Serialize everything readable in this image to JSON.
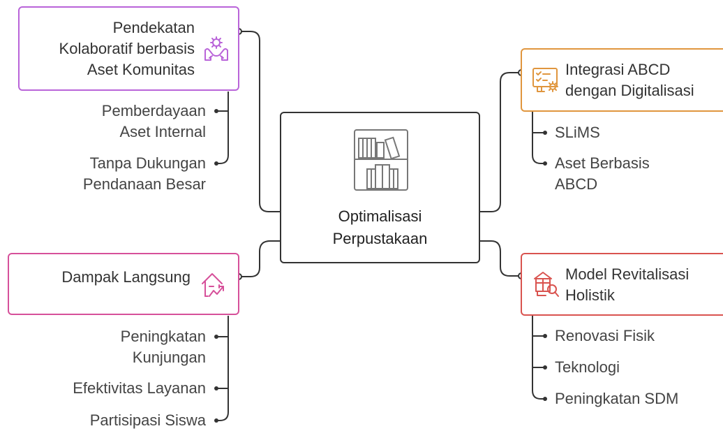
{
  "center": {
    "title": "Optimalisasi\nPerpustakaan",
    "icon": "library-shelf-icon"
  },
  "nodes": [
    {
      "id": "kolaboratif",
      "title": "Pendekatan\nKolaboratif berbasis\nAset Komunitas",
      "icon": "collaboration-icon",
      "color": "#b964d9",
      "children": [
        "Pemberdayaan\nAset Internal",
        "Tanpa Dukungan\nPendanaan Besar"
      ]
    },
    {
      "id": "dampak",
      "title": "Dampak Langsung",
      "icon": "growth-house-icon",
      "color": "#d6509a",
      "children": [
        "Peningkatan\nKunjungan",
        "Efektivitas Layanan",
        "Partisipasi Siswa"
      ]
    },
    {
      "id": "integrasi",
      "title": "Integrasi ABCD\ndengan Digitalisasi",
      "icon": "digital-settings-icon",
      "color": "#e0963e",
      "children": [
        "SLiMS",
        "Aset Berbasis\nABCD"
      ]
    },
    {
      "id": "revitalisasi",
      "title": "Model Revitalisasi\nHolistik",
      "icon": "revitalization-icon",
      "color": "#d9534f",
      "children": [
        "Renovasi Fisik",
        "Teknologi",
        "Peningkatan SDM"
      ]
    }
  ]
}
